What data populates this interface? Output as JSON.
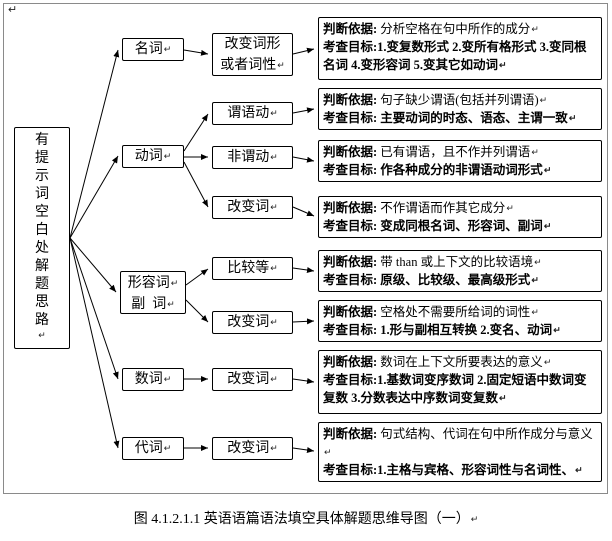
{
  "glyphs": {
    "pilcrow": "↵"
  },
  "root": {
    "label": "有提示词空白处解题思路"
  },
  "categories": [
    {
      "label": "名词"
    },
    {
      "label": "动词"
    },
    {
      "label": "形容词",
      "label2": "副  词"
    },
    {
      "label": "数词"
    },
    {
      "label": "代词"
    }
  ],
  "subs": [
    {
      "line1": "改变词形",
      "line2": "或者词性"
    },
    {
      "label": "谓语动"
    },
    {
      "label": "非谓动"
    },
    {
      "label": "改变词"
    },
    {
      "label": "比较等"
    },
    {
      "label": "改变词"
    },
    {
      "label": "改变词"
    },
    {
      "label": "改变词"
    }
  ],
  "details": [
    {
      "judge_label": "判断依据: ",
      "judge": "分析空格在句中所作的成分",
      "goal_label": "考查目标:",
      "goal": "1.变复数形式 2.变所有格形式 3.变同根名词  4.变形容词 5.变其它如动词"
    },
    {
      "judge_label": "判断依据: ",
      "judge": "句子缺少谓语(包括并列谓语)",
      "goal_label": "考查目标: ",
      "goal": "主要动词的时态、语态、主谓一致"
    },
    {
      "judge_label": "判断依据: ",
      "judge": "已有谓语，且不作并列谓语",
      "goal_label": "考查目标: ",
      "goal": "作各种成分的非谓语动词形式"
    },
    {
      "judge_label": "判断依据: ",
      "judge": "不作谓语而作其它成分",
      "goal_label": "考查目标: ",
      "goal": "变成同根名词、形容词、副词"
    },
    {
      "judge_label": "判断依据: ",
      "judge": "带 than 或上下文的比较语境",
      "goal_label": "考查目标: ",
      "goal": "原级、比较级、最高级形式"
    },
    {
      "judge_label": "判断依据: ",
      "judge": "空格处不需要所给词的词性",
      "goal_label": "考查目标: ",
      "goal": "1.形与副相互转换 2.变名、动词"
    },
    {
      "judge_label": "判断依据: ",
      "judge": "数词在上下文所要表达的意义",
      "goal_label": "考查目标:",
      "goal": "1.基数词变序数词 2.固定短语中数词变复数 3.分数表达中序数词变复数"
    },
    {
      "judge_label": "判断依据: ",
      "judge": "句式结构、代词在句中所作成分与意义",
      "goal_label": "考查目标:",
      "goal": "1.主格与宾格、形容词性与名词性、"
    }
  ],
  "caption": "图 4.1.2.1.1  英语语篇语法填空具体解题思维导图（一）"
}
